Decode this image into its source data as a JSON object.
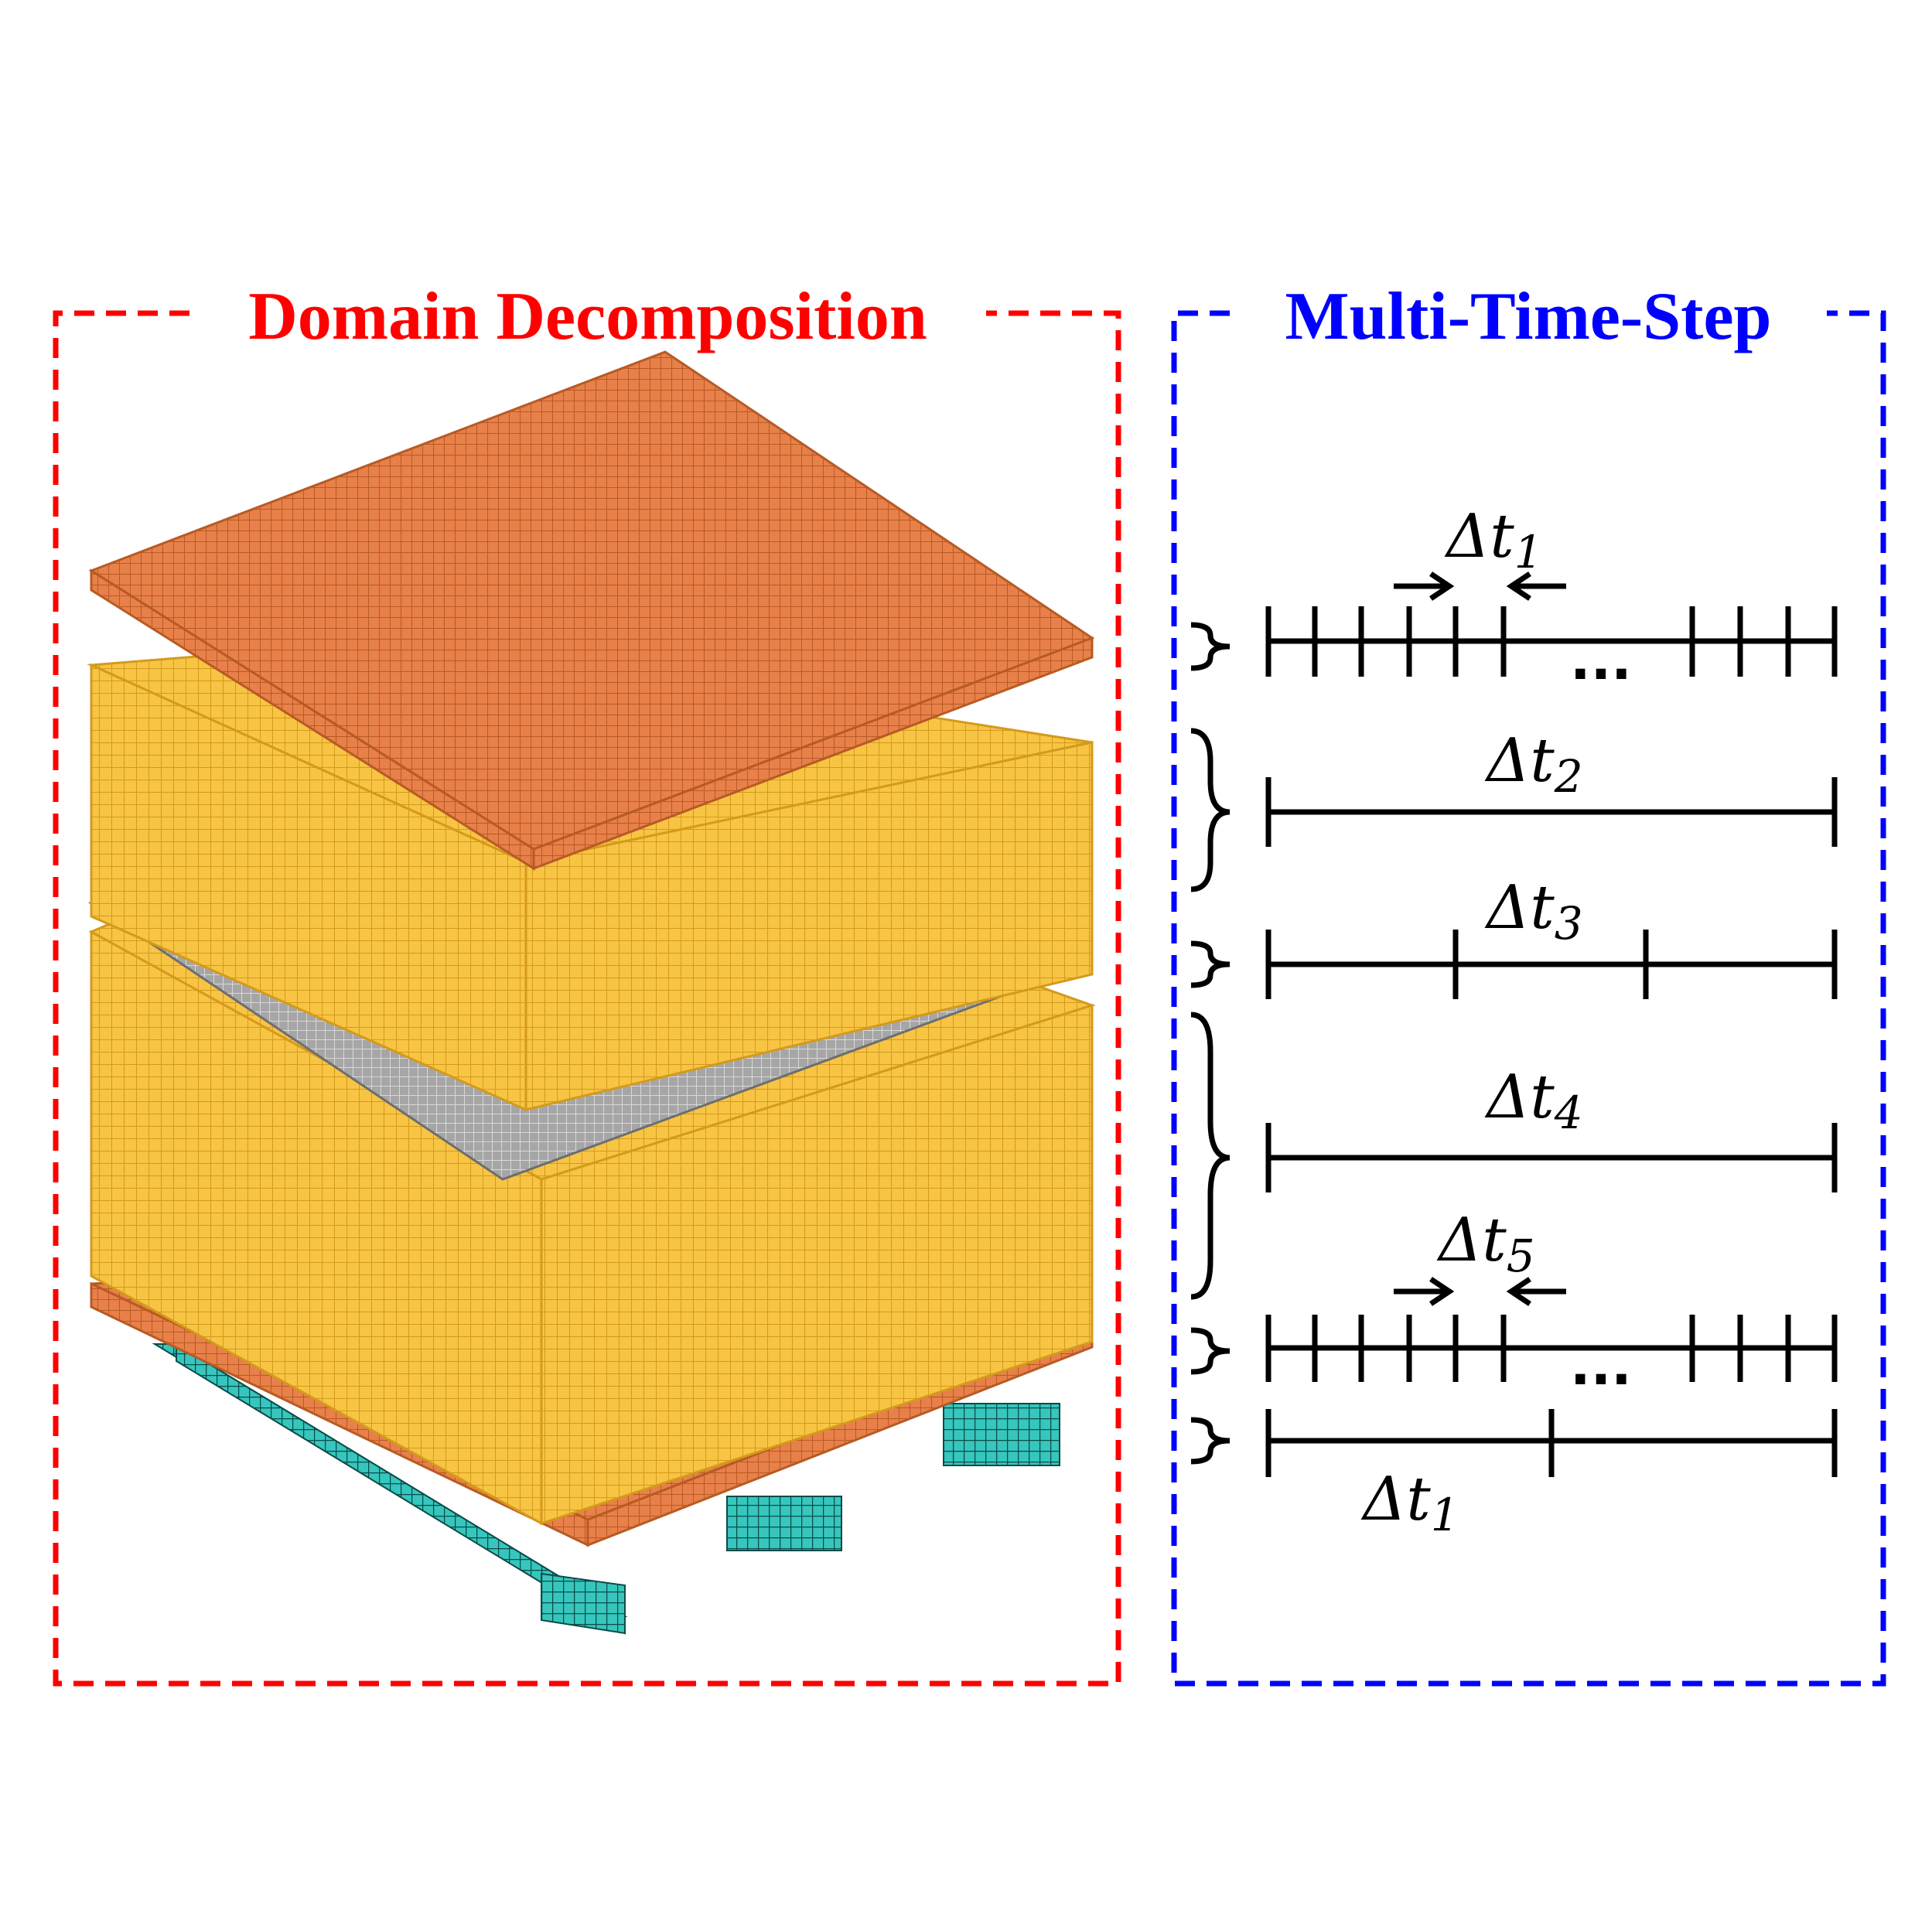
{
  "left_panel": {
    "title": "Domain Decomposition",
    "frame_color": "#ff0000",
    "layers": [
      {
        "name": "top-plate",
        "color": "#e8804a"
      },
      {
        "name": "upper-block",
        "color": "#f7c444"
      },
      {
        "name": "middle-sheet",
        "color": "#9e9e9e"
      },
      {
        "name": "lower-block",
        "color": "#f7c444"
      },
      {
        "name": "bottom-plate",
        "color": "#e8804a"
      },
      {
        "name": "support-beams",
        "color": "#2fb8b0"
      }
    ]
  },
  "right_panel": {
    "title": "Multi-Time-Step",
    "frame_color": "#0000ff",
    "timelines": [
      {
        "label": "Δt",
        "sub": "1",
        "ellipsis": "..."
      },
      {
        "label": "Δt",
        "sub": "2"
      },
      {
        "label": "Δt",
        "sub": "3"
      },
      {
        "label": "Δt",
        "sub": "4"
      },
      {
        "label": "Δt",
        "sub": "5",
        "ellipsis": "..."
      },
      {
        "label": "Δt",
        "sub": "1"
      }
    ]
  }
}
